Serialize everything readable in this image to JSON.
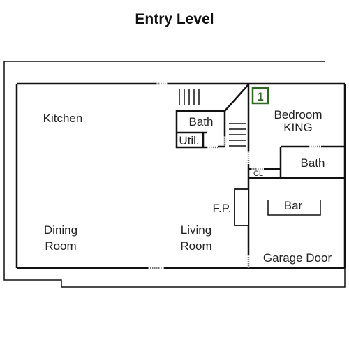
{
  "title": "Entry Level",
  "marker": {
    "label": "1",
    "color": "#2e6b22"
  },
  "rooms": {
    "kitchen": "Kitchen",
    "bath_upper": "Bath",
    "util": "Util.",
    "bedroom": "Bedroom",
    "bedroom_bed": "KING",
    "bath_right": "Bath",
    "closet": "CL",
    "bar": "Bar",
    "fireplace": "F.P.",
    "dining_1": "Dining",
    "dining_2": "Room",
    "living_1": "Living",
    "living_2": "Room",
    "garage": "Garage Door"
  }
}
